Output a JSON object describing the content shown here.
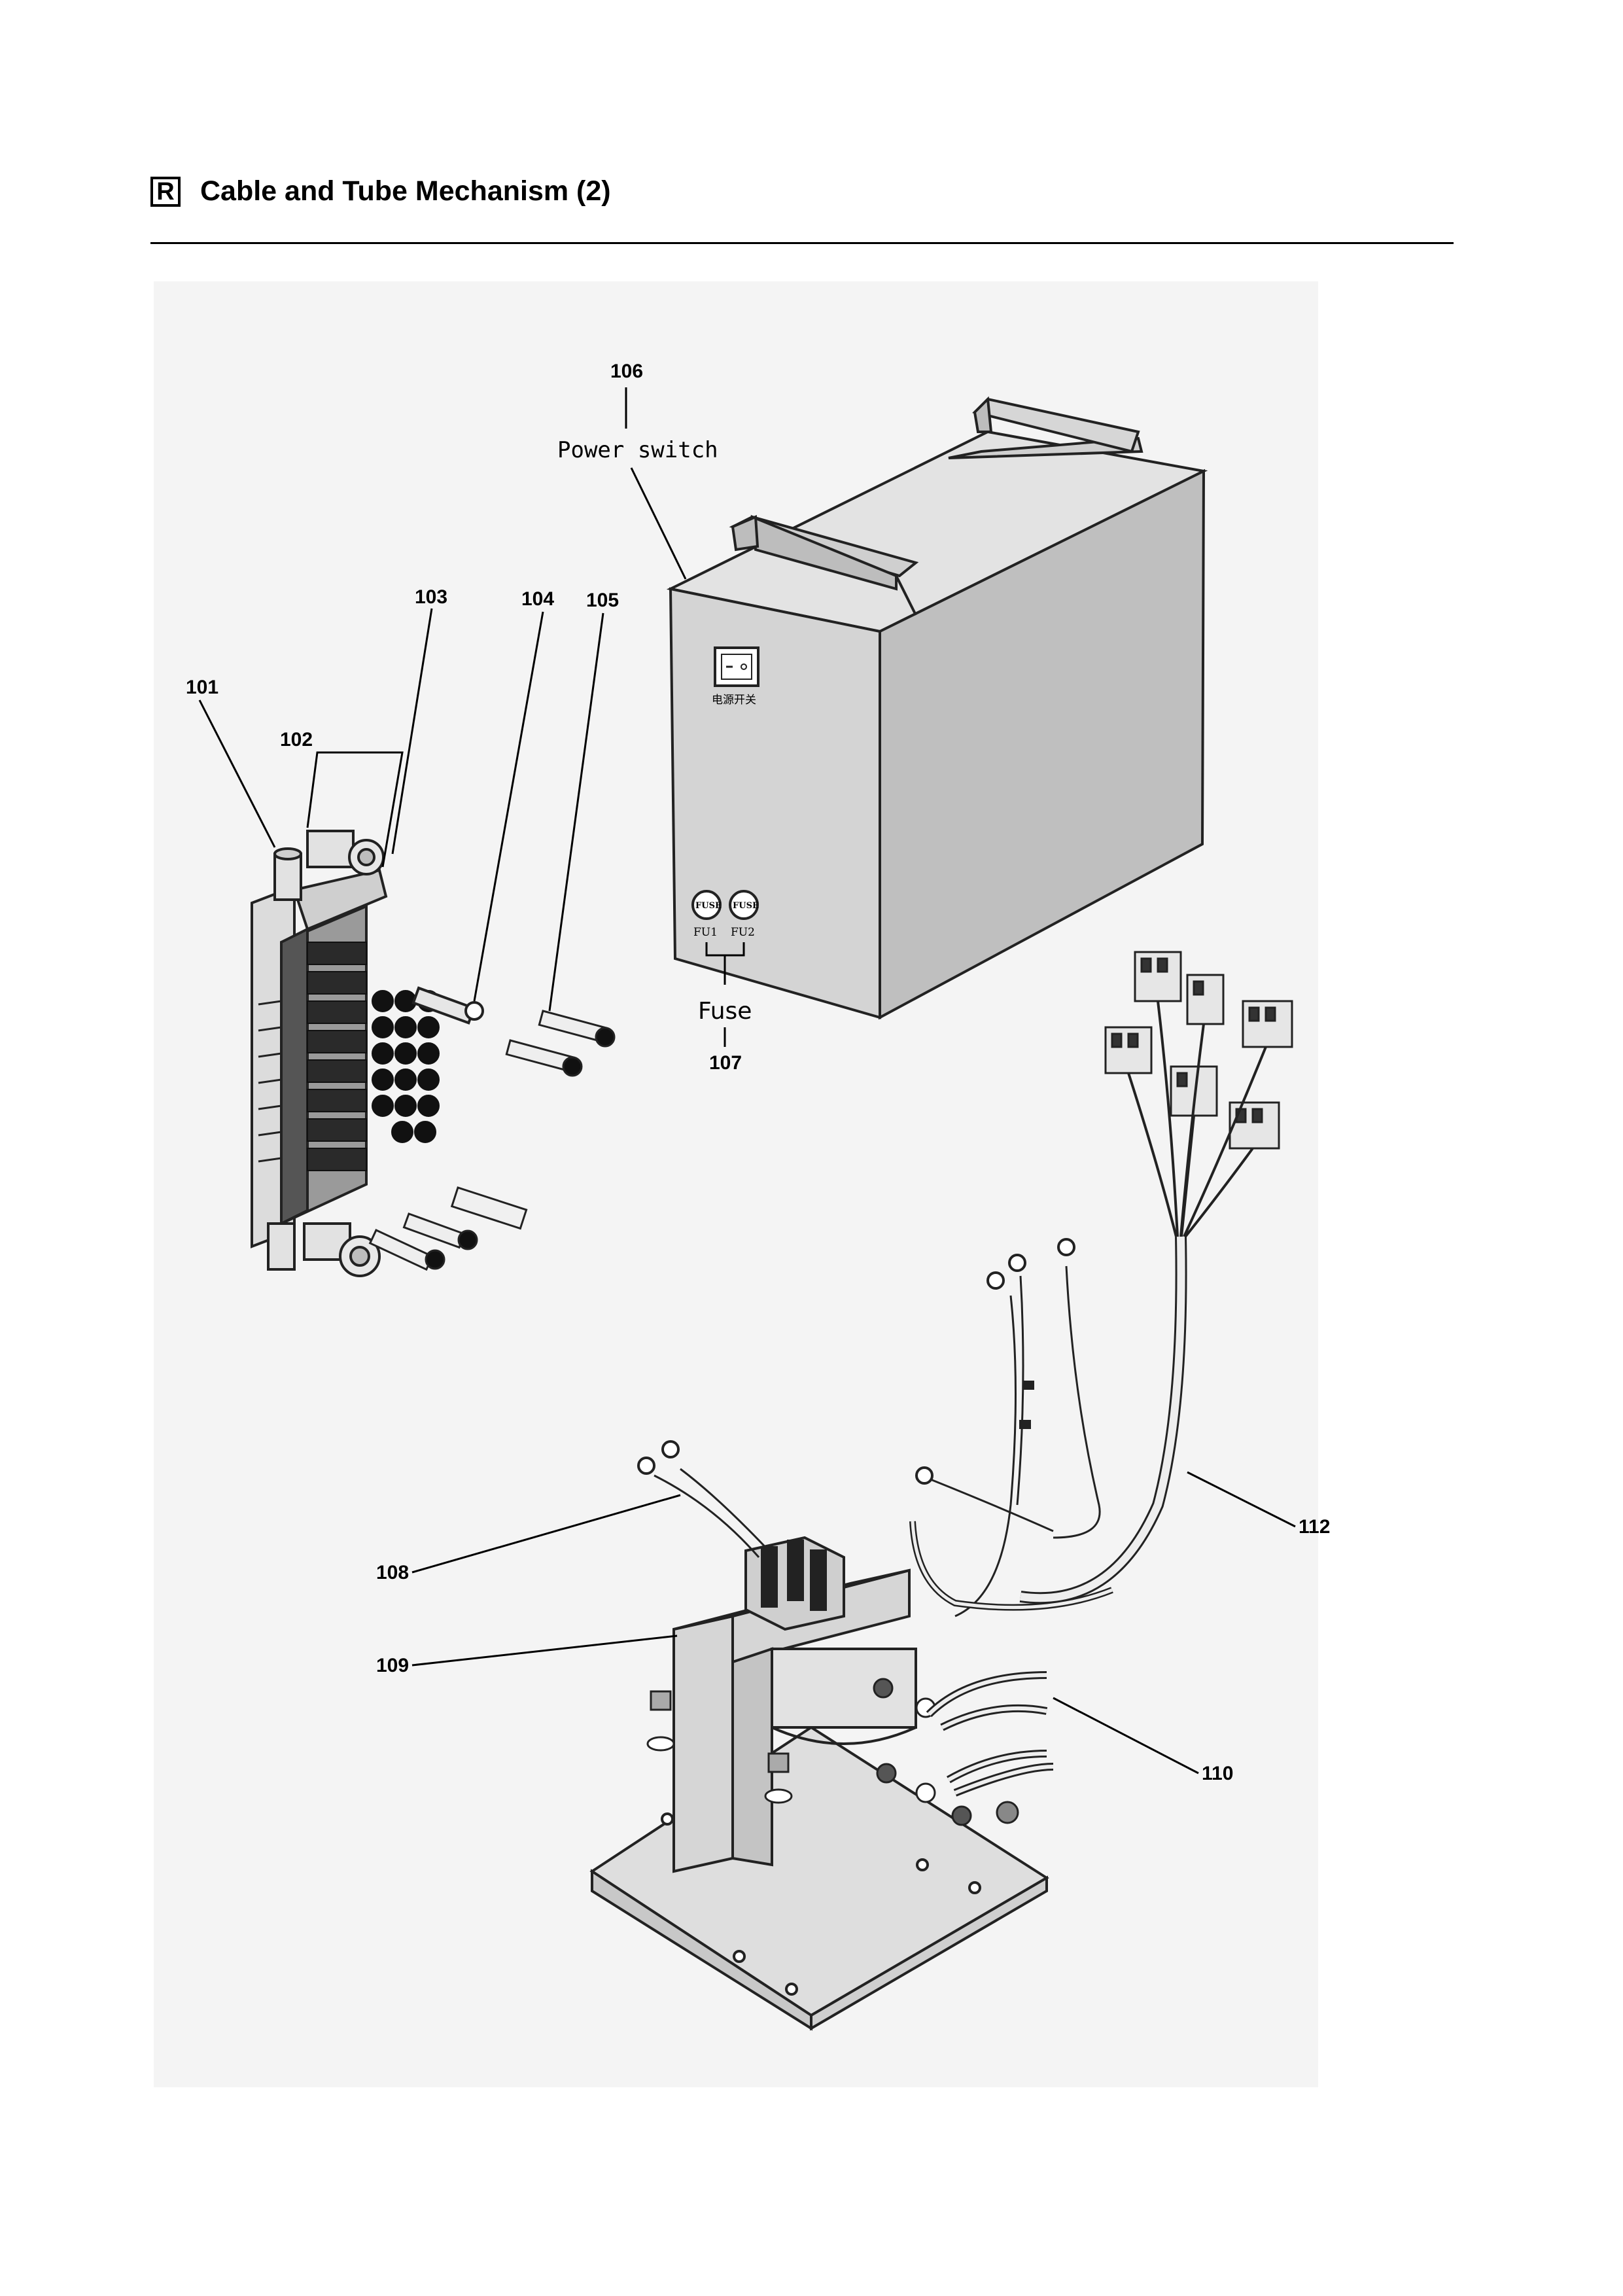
{
  "header": {
    "section_letter": "R",
    "title": "Cable and Tube Mechanism (2)"
  },
  "diagram": {
    "labels": {
      "p101": "101",
      "p102": "102",
      "p103": "103",
      "p104": "104",
      "p105": "105",
      "p106": "106",
      "p107": "107",
      "p108": "108",
      "p109": "109",
      "p110": "110",
      "p112": "112"
    },
    "callouts": {
      "power_switch": "Power switch",
      "fuse": "Fuse"
    },
    "box_markings": {
      "fuse1_badge": "FUSE",
      "fuse2_badge": "FUSE",
      "fu1": "FU1",
      "fu2": "FU2",
      "switch_caption": "电源开关"
    }
  }
}
